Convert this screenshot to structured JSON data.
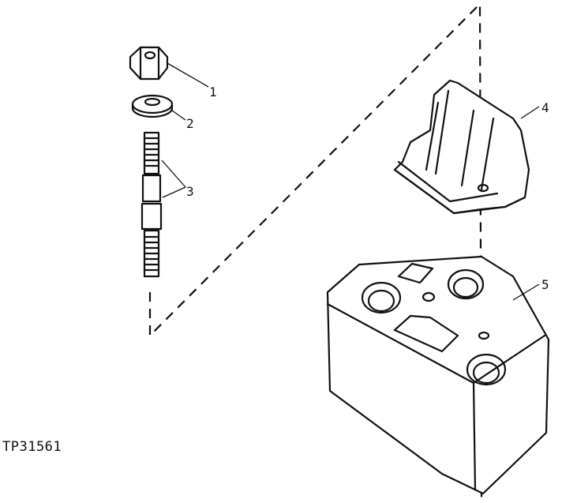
{
  "figure": {
    "id": "TP31561",
    "callouts": [
      "1",
      "2",
      "3",
      "4",
      "5"
    ]
  }
}
